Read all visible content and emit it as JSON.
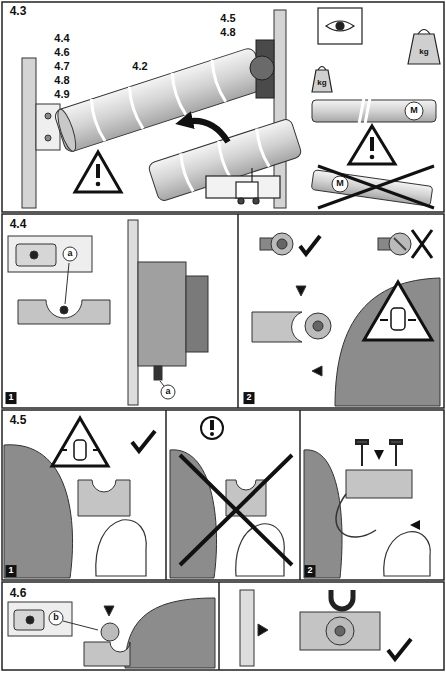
{
  "diagram": {
    "labels": [
      "4.3",
      "4.4",
      "4.6",
      "4.7",
      "4.8",
      "4.9",
      "4.2",
      "4.5",
      "4.8",
      "kg",
      "kg",
      "M",
      "M",
      "4.4",
      "a",
      "a",
      "1",
      "2",
      "4.5",
      "1",
      "2",
      "4.6",
      "b"
    ]
  }
}
